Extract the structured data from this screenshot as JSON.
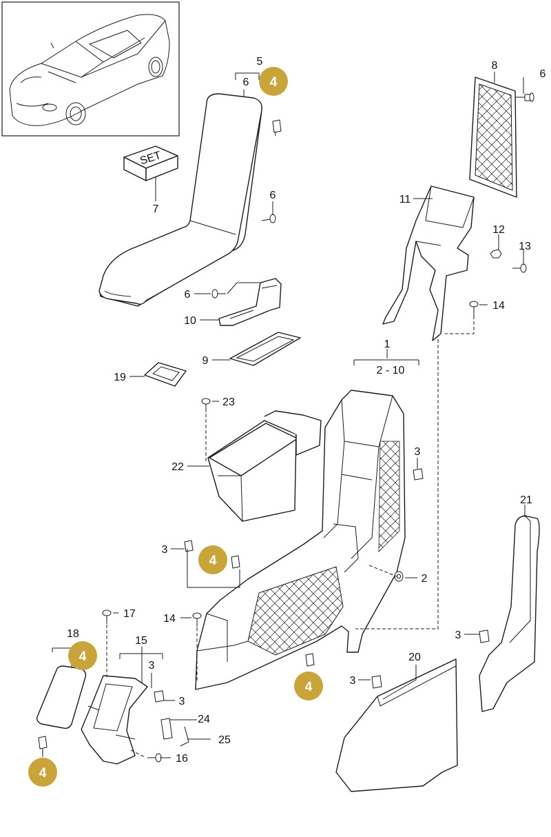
{
  "colors": {
    "badge": "#c9a43a",
    "line": "#1a1a1a",
    "background": "#ffffff"
  },
  "set_box_text": "SET",
  "labels": {
    "l1": "1",
    "l2_10": "2 - 10",
    "l2": "2",
    "l3a": "3",
    "l3b": "3",
    "l3c": "3",
    "l3d": "3",
    "l3e": "3",
    "l3f": "3",
    "l5": "5",
    "l6a": "6",
    "l6b": "6",
    "l6c": "6",
    "l6d": "6",
    "l7": "7",
    "l8": "8",
    "l9": "9",
    "l10": "10",
    "l11": "11",
    "l12": "12",
    "l13": "13",
    "l14a": "14",
    "l14b": "14",
    "l15": "15",
    "l16": "16",
    "l17": "17",
    "l18": "18",
    "l19": "19",
    "l20": "20",
    "l21": "21",
    "l22": "22",
    "l23": "23",
    "l24": "24",
    "l25": "25"
  },
  "badges": {
    "b1": "4",
    "b2": "4",
    "b3": "4",
    "b4": "4",
    "b5": "4"
  }
}
